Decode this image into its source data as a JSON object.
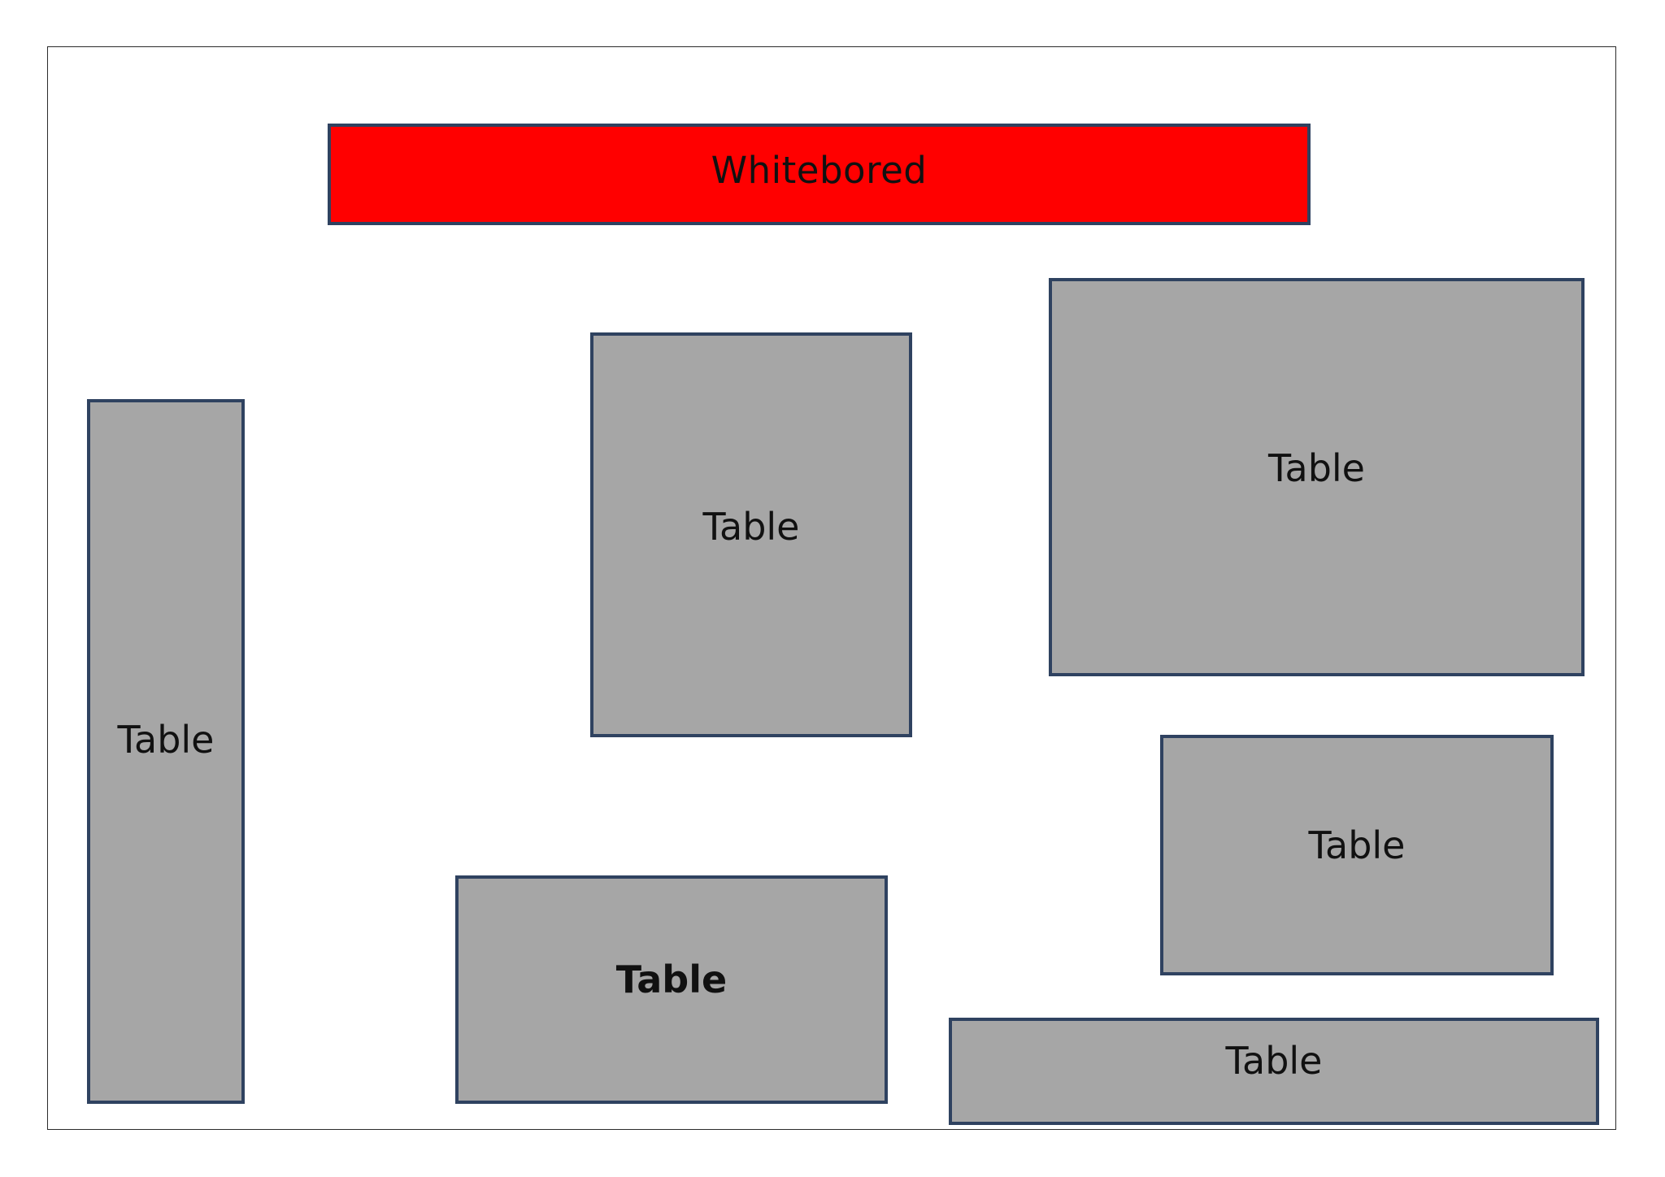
{
  "whiteboard": {
    "label": "Whitebored",
    "fill": "#ff0000"
  },
  "tables": [
    {
      "label": "Table",
      "bold": false
    },
    {
      "label": "Table",
      "bold": false
    },
    {
      "label": "Table",
      "bold": false
    },
    {
      "label": "Table",
      "bold": false
    },
    {
      "label": "Table",
      "bold": true
    },
    {
      "label": "Table",
      "bold": false
    }
  ],
  "colors": {
    "table_fill": "#a6a6a6",
    "box_border": "#2f4260",
    "frame_border": "#2b2b2b",
    "background": "#ffffff"
  }
}
